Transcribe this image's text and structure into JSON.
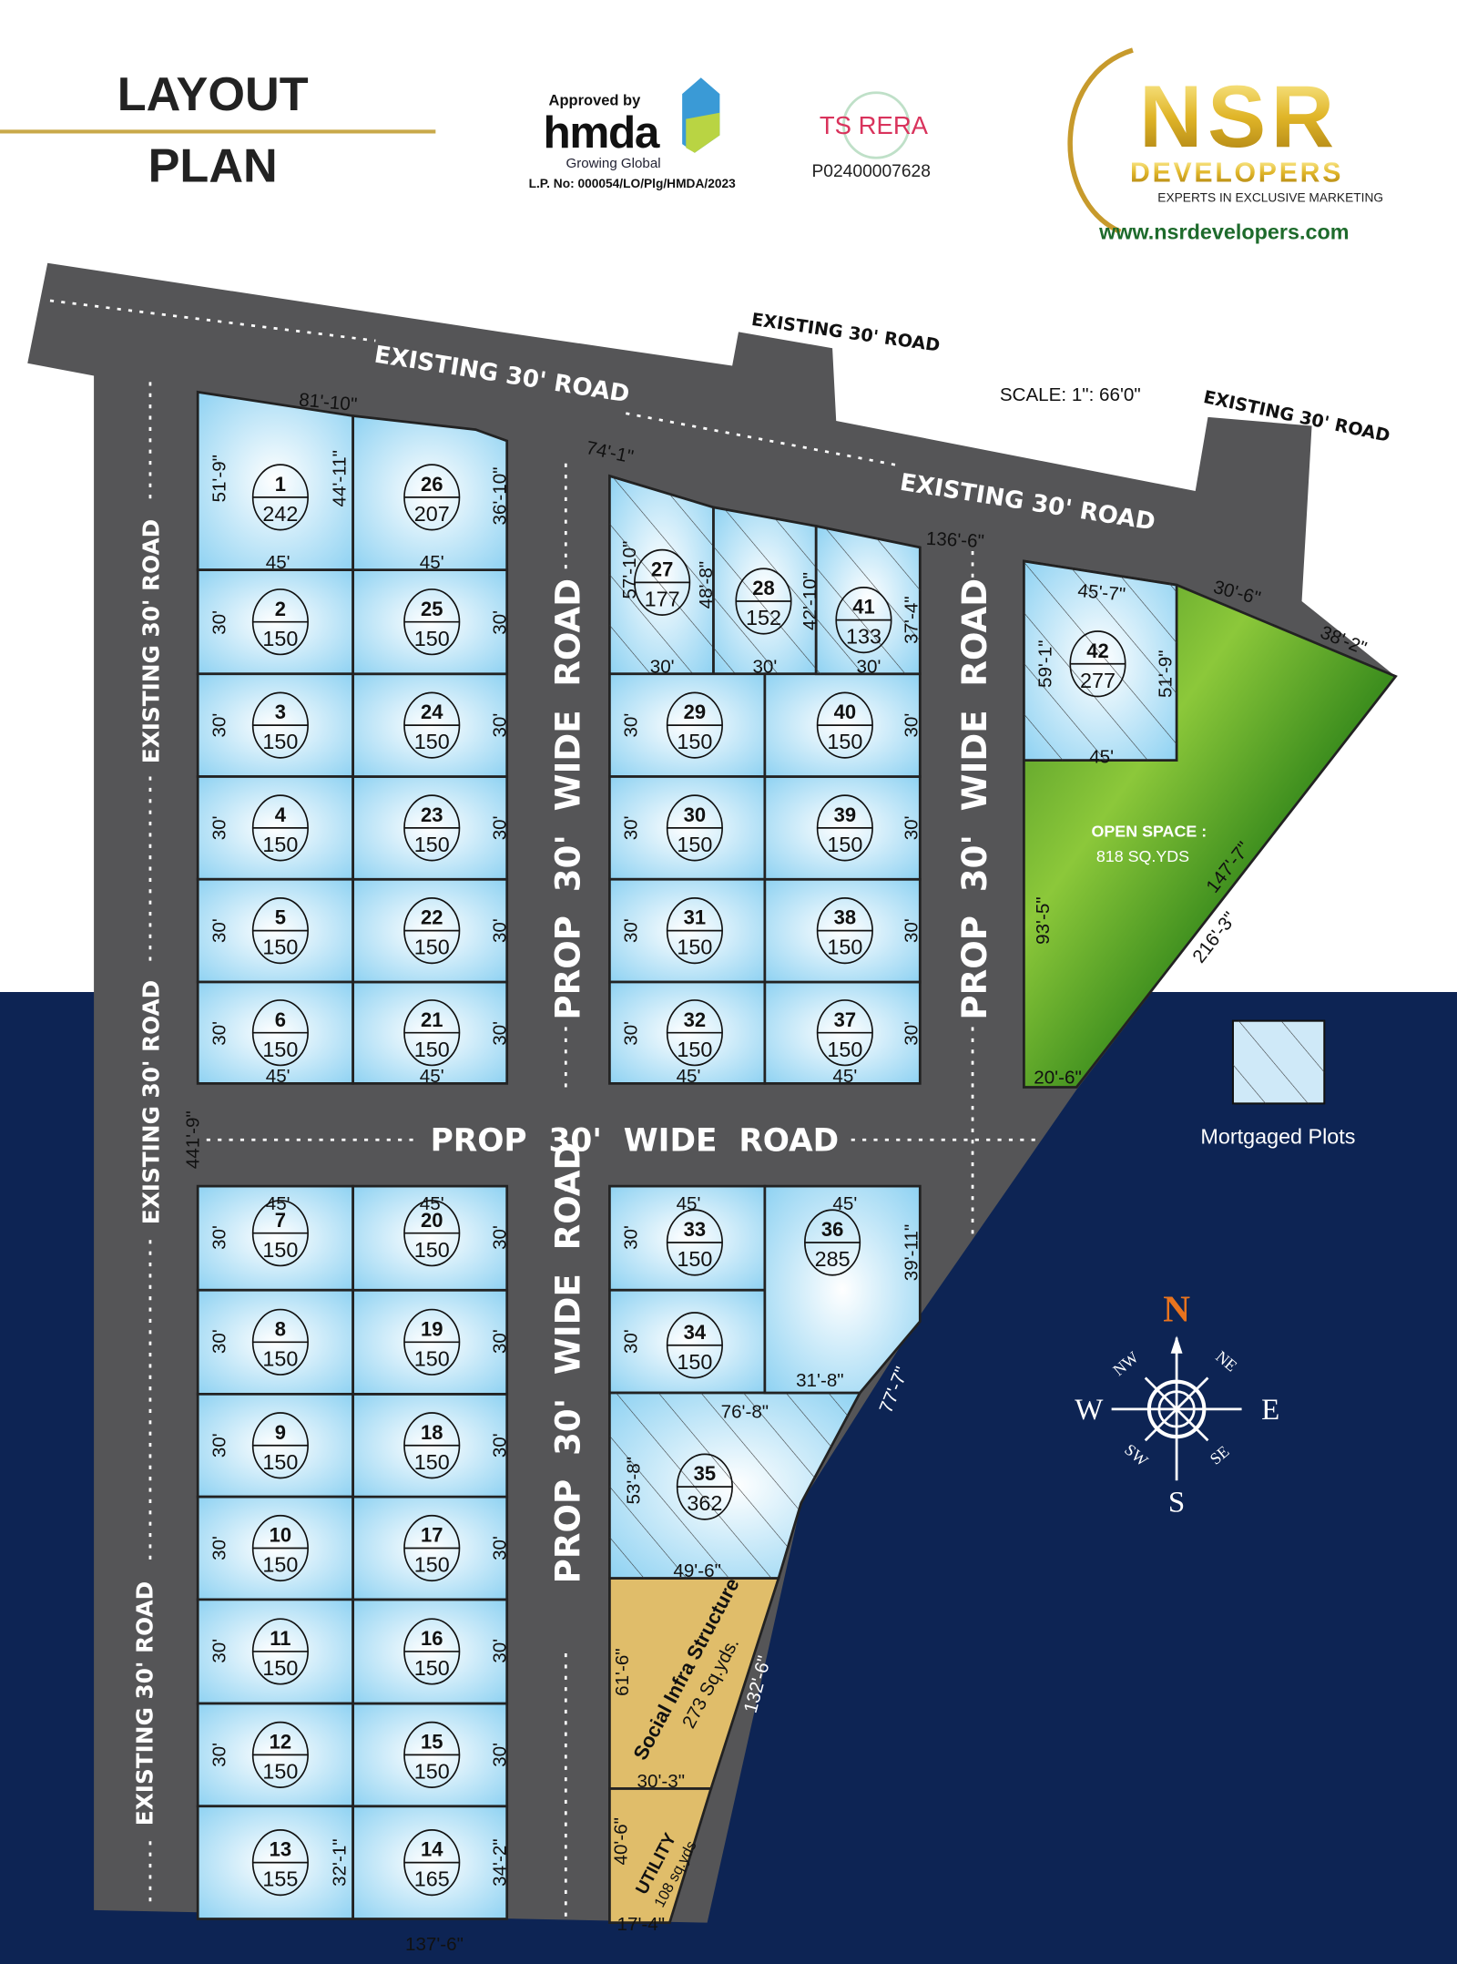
{
  "header": {
    "title_line1": "LAYOUT",
    "title_line2": "PLAN",
    "hmda": {
      "approved_by": "Approved by",
      "brand": "hmda",
      "tagline": "Growing Global",
      "lp_no": "L.P. No: 000054/LO/Plg/HMDA/2023"
    },
    "rera": {
      "brand": "TS RERA",
      "number": "P02400007628"
    },
    "developer": {
      "name": "NSR",
      "sub": "DEVELOPERS",
      "tagline": "EXPERTS IN EXCLUSIVE MARKETING",
      "website": "www.nsrdevelopers.com"
    }
  },
  "roads": {
    "existing": "EXISTING 30' ROAD",
    "proposed": "PROP  30'  WIDE  ROAD"
  },
  "scale": "SCALE: 1\": 66'0\"",
  "open_space": {
    "label": "OPEN SPACE :",
    "area": "818 SQ.YDS"
  },
  "social_infra": {
    "label": "Social Infra Structure",
    "area": "273 Sq.yds."
  },
  "utility": {
    "label": "UTILITY",
    "area": "108 sq.yds"
  },
  "legend": {
    "mortgaged": "Mortgaged Plots"
  },
  "compass": {
    "n": "N",
    "s": "S",
    "e": "E",
    "w": "W",
    "ne": "NE",
    "nw": "NW",
    "se": "SE",
    "sw": "SW"
  },
  "colors": {
    "road": "#555557",
    "plot": "#9fd8f3",
    "navy": "#0d2454",
    "social": "#e0bd6a",
    "gold_line": "#c9a94a",
    "compass_n": "#e8731e",
    "website": "#1e6b2c"
  },
  "plots": [
    {
      "no": "1",
      "area": "242"
    },
    {
      "no": "2",
      "area": "150"
    },
    {
      "no": "3",
      "area": "150"
    },
    {
      "no": "4",
      "area": "150"
    },
    {
      "no": "5",
      "area": "150"
    },
    {
      "no": "6",
      "area": "150"
    },
    {
      "no": "7",
      "area": "150"
    },
    {
      "no": "8",
      "area": "150"
    },
    {
      "no": "9",
      "area": "150"
    },
    {
      "no": "10",
      "area": "150"
    },
    {
      "no": "11",
      "area": "150"
    },
    {
      "no": "12",
      "area": "150"
    },
    {
      "no": "13",
      "area": "155"
    },
    {
      "no": "14",
      "area": "165"
    },
    {
      "no": "15",
      "area": "150"
    },
    {
      "no": "16",
      "area": "150"
    },
    {
      "no": "17",
      "area": "150"
    },
    {
      "no": "18",
      "area": "150"
    },
    {
      "no": "19",
      "area": "150"
    },
    {
      "no": "20",
      "area": "150"
    },
    {
      "no": "21",
      "area": "150"
    },
    {
      "no": "22",
      "area": "150"
    },
    {
      "no": "23",
      "area": "150"
    },
    {
      "no": "24",
      "area": "150"
    },
    {
      "no": "25",
      "area": "150"
    },
    {
      "no": "26",
      "area": "207"
    },
    {
      "no": "27",
      "area": "177",
      "mortgaged": true
    },
    {
      "no": "28",
      "area": "152",
      "mortgaged": true
    },
    {
      "no": "29",
      "area": "150"
    },
    {
      "no": "30",
      "area": "150"
    },
    {
      "no": "31",
      "area": "150"
    },
    {
      "no": "32",
      "area": "150"
    },
    {
      "no": "33",
      "area": "150"
    },
    {
      "no": "34",
      "area": "150"
    },
    {
      "no": "35",
      "area": "362",
      "mortgaged": true
    },
    {
      "no": "36",
      "area": "285"
    },
    {
      "no": "37",
      "area": "150"
    },
    {
      "no": "38",
      "area": "150"
    },
    {
      "no": "39",
      "area": "150"
    },
    {
      "no": "40",
      "area": "150"
    },
    {
      "no": "41",
      "area": "133",
      "mortgaged": true
    },
    {
      "no": "42",
      "area": "277",
      "mortgaged": true
    }
  ],
  "dimensions": [
    "81'-10\"",
    "51'-9\"",
    "44'-11\"",
    "45'",
    "45'",
    "36'-10\"",
    "30'",
    "30'",
    "30'",
    "30'",
    "30'",
    "30'",
    "30'",
    "30'",
    "30'",
    "30'",
    "45'",
    "45'",
    "45'",
    "45'",
    "30'",
    "30'",
    "30'",
    "30'",
    "30'",
    "30'",
    "32'-1\"",
    "30'",
    "30'",
    "30'",
    "30'",
    "30'",
    "30'",
    "34'-2\"",
    "137'-6\"",
    "74'-1\"",
    "57'-10\"",
    "48'-8\"",
    "42'-10\"",
    "37'-4\"",
    "30'",
    "30'",
    "30'",
    "136'-6\"",
    "30'",
    "30'",
    "30'",
    "30'",
    "30'",
    "30'",
    "30'",
    "30'",
    "45'",
    "45'",
    "45'",
    "45'",
    "30'",
    "30'",
    "39'-11\"",
    "31'-8\"",
    "76'-8\"",
    "53'-8\"",
    "49'-6\"",
    "61'-6\"",
    "30'-3\"",
    "40'-6\"",
    "17'-4\"",
    "132'-6\"",
    "77'-7\"",
    "45'-7\"",
    "59'-1\"",
    "51'-9\"",
    "45'",
    "30'-6\"",
    "38'-2\"",
    "147'-7\"",
    "216'-3\"",
    "93'-5\"",
    "20'-6\"",
    "441'-9\""
  ]
}
